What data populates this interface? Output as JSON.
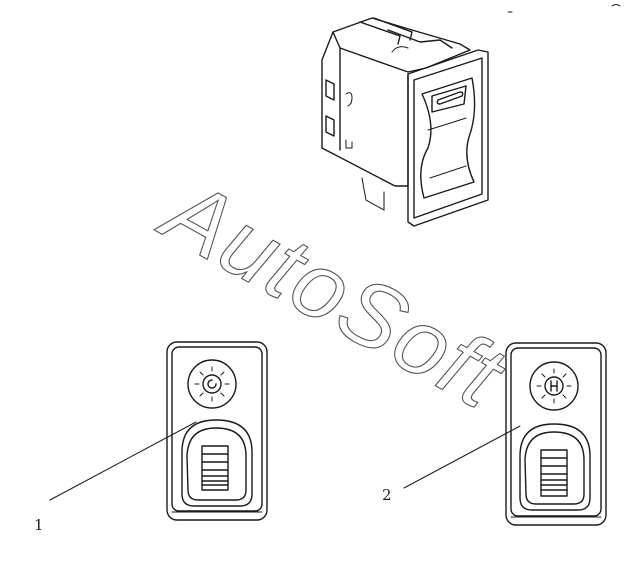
{
  "labels": {
    "callout_1": "1",
    "callout_2": "2"
  },
  "watermark": {
    "text": "AutoSoft"
  },
  "colors": {
    "line": "#1a1a1a",
    "background": "#ffffff"
  }
}
